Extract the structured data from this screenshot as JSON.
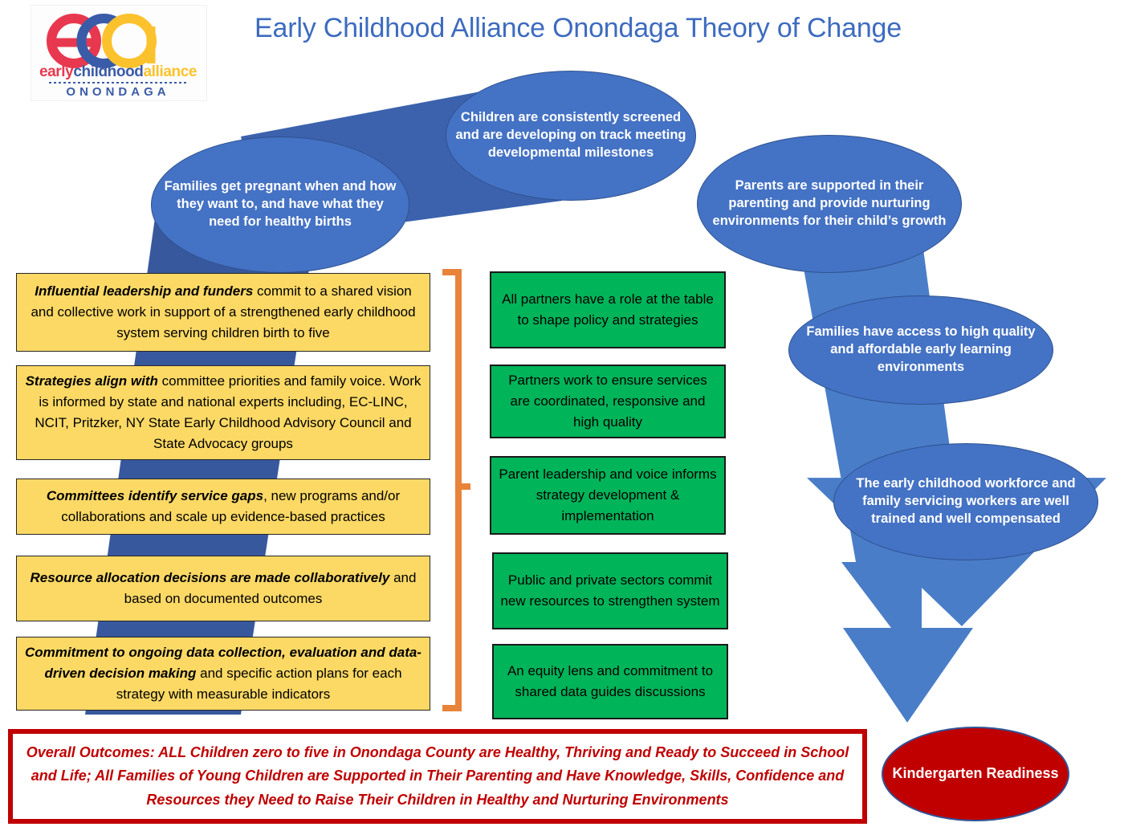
{
  "page": {
    "title": "Early Childhood Alliance Onondaga Theory of Change",
    "background": "#FFFFFF"
  },
  "logo": {
    "name": "early-childhood-alliance-onondaga-logo",
    "wordmark": "earlychildhoodalliance",
    "subtitle": "ONONDAGA",
    "letters": [
      "e",
      "c",
      "a"
    ],
    "colors": {
      "red": "#E8384F",
      "blue": "#3A5BA8",
      "yellow": "#FCC22D"
    }
  },
  "colors": {
    "ellipse_blue": "#4472C4",
    "ellipse_border": "#2F528F",
    "funnel_dark_blue": "#38589E",
    "arrow_blue": "#4A7DC8",
    "yellow_box": "#FCD965",
    "green_box": "#00B45A",
    "red_outcome": "#C00000",
    "orange_bracket": "#E8833A",
    "title_blue": "#3D6BC0"
  },
  "outcome_ellipses": [
    {
      "id": "pregnancy",
      "name": "outcome-ellipse-families-get-pregnant",
      "text": "Families get pregnant when and how they want to, and have what they need for healthy births"
    },
    {
      "id": "screening",
      "name": "outcome-ellipse-children-screened",
      "text": "Children are consistently screened and are developing on track meeting developmental milestones"
    },
    {
      "id": "parenting",
      "name": "outcome-ellipse-parents-supported",
      "text": "Parents are supported in their parenting and provide nurturing environments for their child’s growth"
    },
    {
      "id": "access",
      "name": "outcome-ellipse-families-have-access",
      "text": "Families have access to high quality and affordable early learning environments"
    },
    {
      "id": "workforce",
      "name": "outcome-ellipse-early-childhood-workforce",
      "text": "The early childhood workforce and family servicing workers are well trained and  well compensated"
    }
  ],
  "final_outcome": {
    "name": "kindergarten-readiness-ellipse",
    "text": "Kindergarten Readiness"
  },
  "strategy_boxes": [
    {
      "name": "strategy-box-influential-leadership",
      "lead": "Influential leadership and funders",
      "rest": " commit to a shared vision and collective work in support of a strengthened early childhood system serving children birth to five"
    },
    {
      "name": "strategy-box-strategies-align",
      "lead": "Strategies align with",
      "rest": " committee priorities and family voice. Work is informed by state and national experts including, EC-LINC, NCIT, Pritzker, NY State Early Childhood Advisory Council and State Advocacy groups"
    },
    {
      "name": "strategy-box-committees-identify-gaps",
      "lead": "Committees identify service gaps",
      "rest": ", new programs and/or collaborations and scale up evidence-based practices"
    },
    {
      "name": "strategy-box-resource-allocation",
      "lead": "Resource allocation decisions are made collaboratively",
      "rest": " and based on documented outcomes"
    },
    {
      "name": "strategy-box-data-commitment",
      "lead": "Commitment to ongoing data collection, evaluation and data-driven decision making",
      "rest": " and specific action plans for each strategy with measurable indicators"
    }
  ],
  "condition_boxes": [
    {
      "name": "condition-box-partners-role-at-table",
      "text": "All partners have a role at the table to shape policy and strategies"
    },
    {
      "name": "condition-box-services-coordinated",
      "text": "Partners work to ensure services are coordinated, responsive and high quality"
    },
    {
      "name": "condition-box-parent-leadership",
      "text": "Parent leadership and voice informs strategy development & implementation"
    },
    {
      "name": "condition-box-public-private-resources",
      "text": "Public and private sectors commit new resources to strengthen system"
    },
    {
      "name": "condition-box-equity-lens",
      "text": "An equity lens and commitment to shared data guides discussions"
    }
  ],
  "overall_outcomes": {
    "name": "overall-outcomes-banner",
    "text": "Overall Outcomes: ALL Children zero to five in Onondaga County are Healthy, Thriving and Ready to Succeed in School and Life; All Families of Young Children are Supported in Their Parenting and Have Knowledge, Skills, Confidence and Resources they Need to Raise Their Children in Healthy and Nurturing Environments"
  }
}
